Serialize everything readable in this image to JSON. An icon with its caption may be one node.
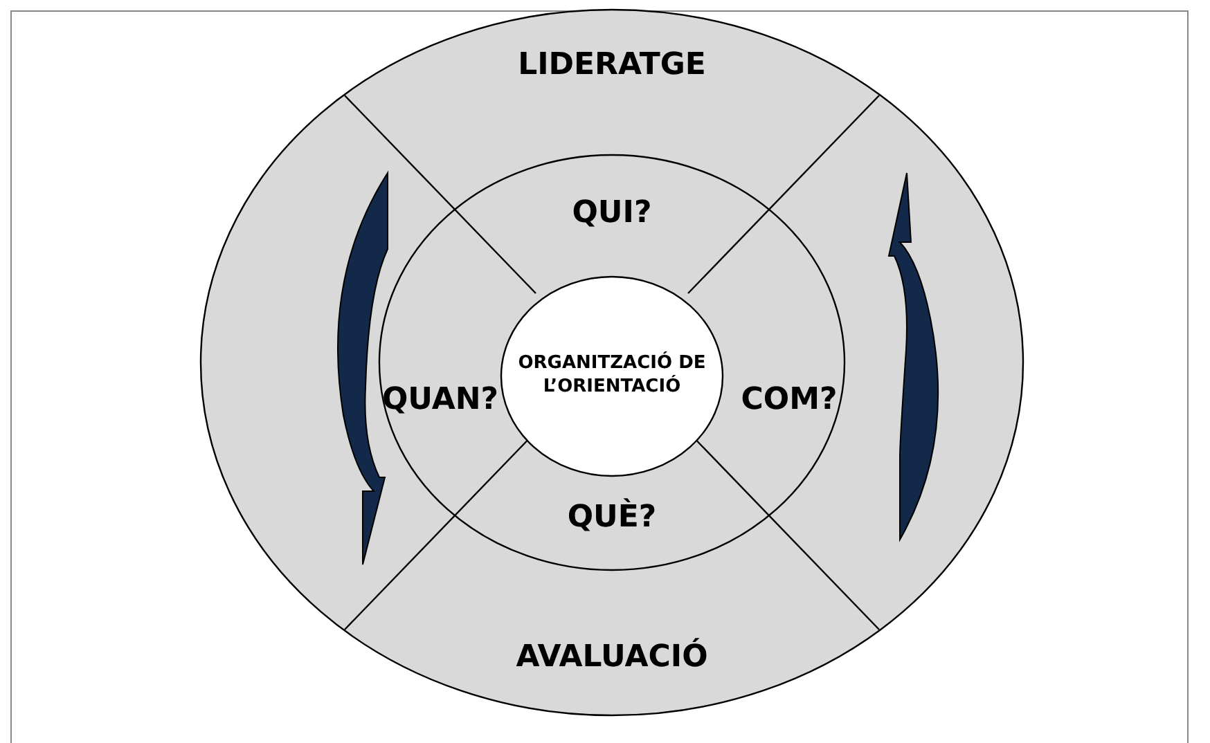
{
  "diagram": {
    "nodes": [
      {
        "text": [
          "LIDERATGE"
        ]
      },
      {
        "text": [
          "QUI?"
        ]
      },
      {
        "text": [
          "QUAN?"
        ]
      },
      {
        "text": [
          "ORGANITZACIÓ DE L’ORIENTACIÓ"
        ]
      },
      {
        "text": [
          "COM?"
        ]
      },
      {
        "text": [
          "QUÈ?"
        ]
      },
      {
        "text": [
          "AVALUACIÓ"
        ]
      }
    ]
  }
}
